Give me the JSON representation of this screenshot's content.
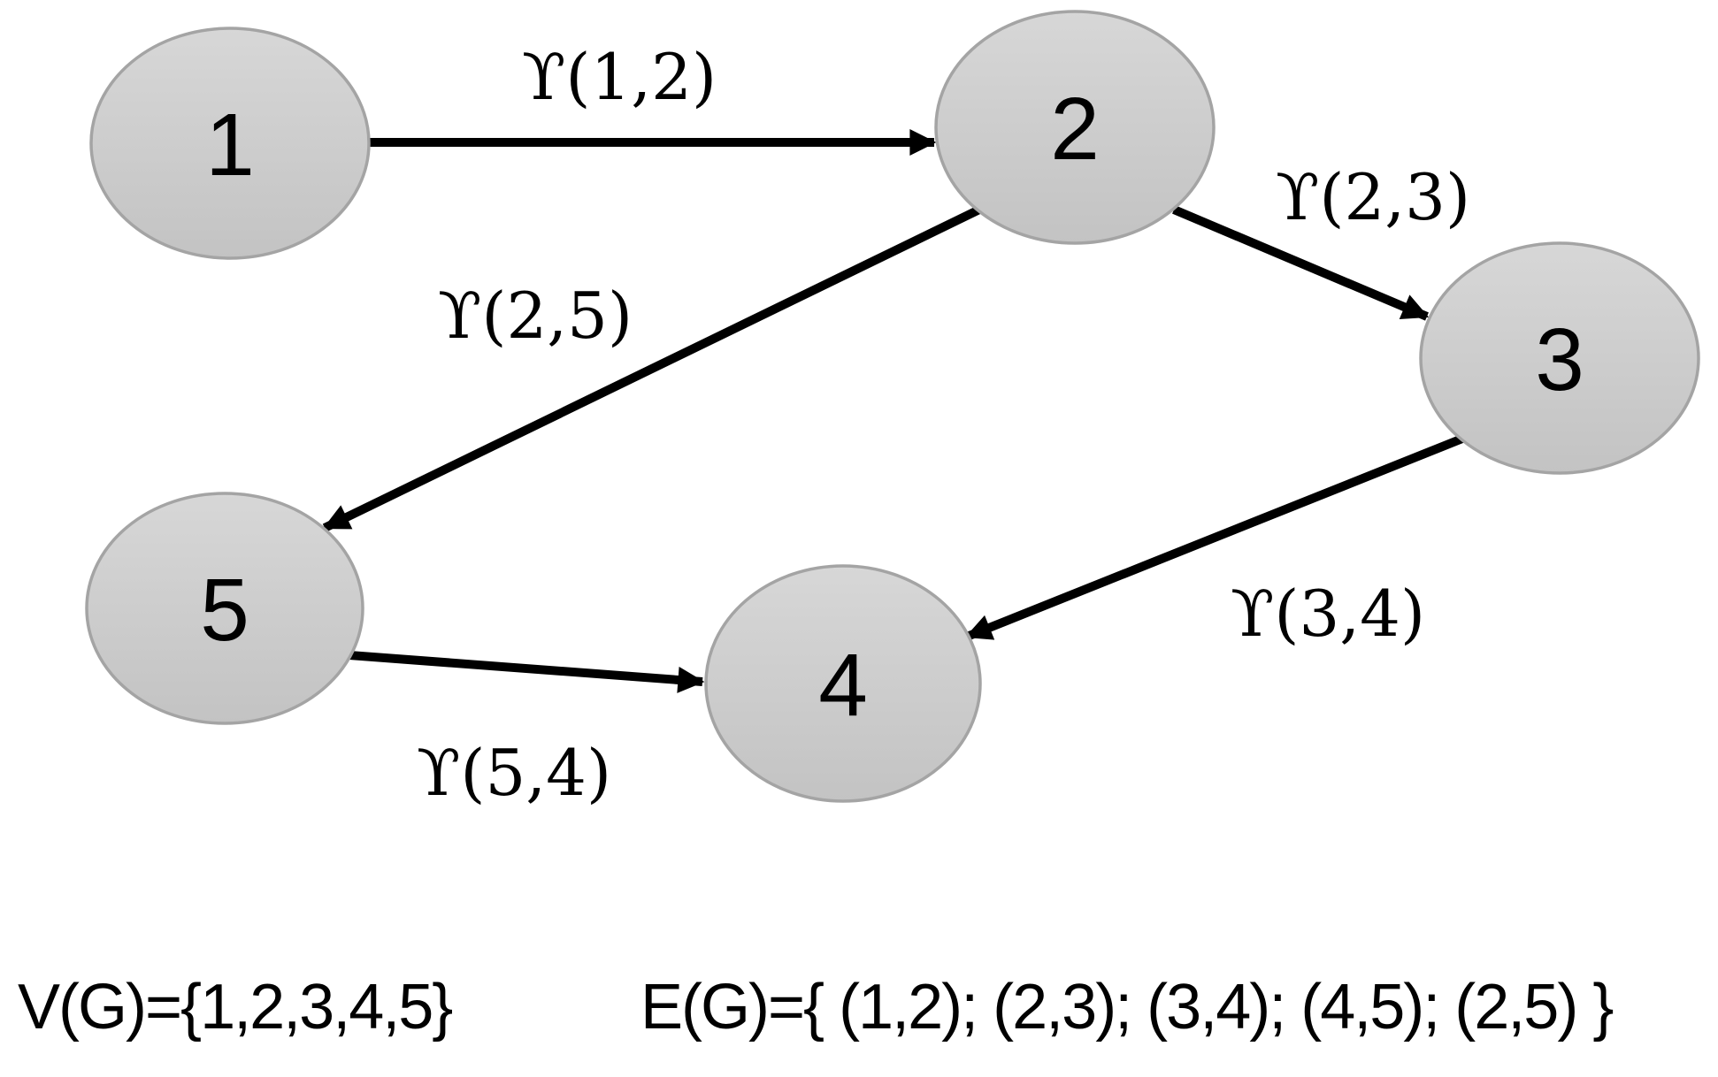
{
  "diagram": {
    "type": "directed-graph",
    "nodes": [
      {
        "id": "1",
        "label": "1"
      },
      {
        "id": "2",
        "label": "2"
      },
      {
        "id": "3",
        "label": "3"
      },
      {
        "id": "4",
        "label": "4"
      },
      {
        "id": "5",
        "label": "5"
      }
    ],
    "edges": [
      {
        "from": "1",
        "to": "2",
        "label": "ϒ(1,2)"
      },
      {
        "from": "2",
        "to": "3",
        "label": "ϒ(2,3)"
      },
      {
        "from": "2",
        "to": "5",
        "label": "ϒ(2,5)"
      },
      {
        "from": "3",
        "to": "4",
        "label": "ϒ(3,4)"
      },
      {
        "from": "5",
        "to": "4",
        "label": "ϒ(5,4)"
      }
    ],
    "legend": {
      "vertex_set": "V(G)={1,2,3,4,5}",
      "edge_set": "E(G)={ (1,2); (2,3); (3,4); (4,5); (2,5) }"
    },
    "colors": {
      "background": "#ffffff",
      "node_fill_top": "#d7d7d7",
      "node_fill_bottom": "#c3c3c3",
      "node_border": "#a4a4a4",
      "edge": "#000000",
      "text": "#000000"
    }
  }
}
